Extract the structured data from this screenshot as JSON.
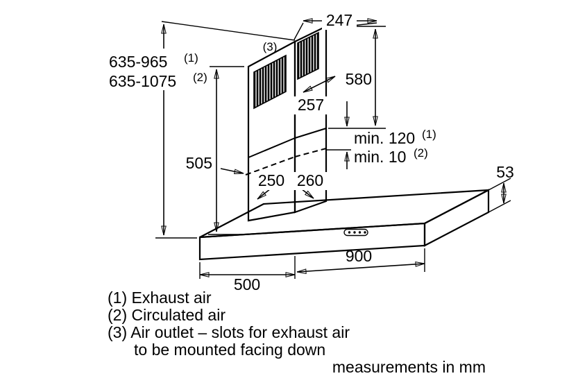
{
  "diagram": {
    "dims": {
      "top_width": "247",
      "height_range_1": "635-965",
      "height_range_1_sup": "(1)",
      "height_range_2": "635-1075",
      "height_range_2_sup": "(2)",
      "outlet_ref": "(3)",
      "upper_section_height": "580",
      "top_depth": "257",
      "min_overlap_1": "min. 120",
      "min_overlap_1_sup": "(1)",
      "min_overlap_2": "min. 10",
      "min_overlap_2_sup": "(2)",
      "lower_section_height": "505",
      "chimney_width": "250",
      "chimney_depth": "260",
      "canopy_height": "53",
      "canopy_width": "900",
      "canopy_depth": "500"
    },
    "legend": {
      "line1": "(1) Exhaust air",
      "line2": "(2) Circulated air",
      "line3": "(3) Air outlet – slots for exhaust air",
      "line4": "to be mounted facing down",
      "units_note": "measurements in mm"
    }
  }
}
